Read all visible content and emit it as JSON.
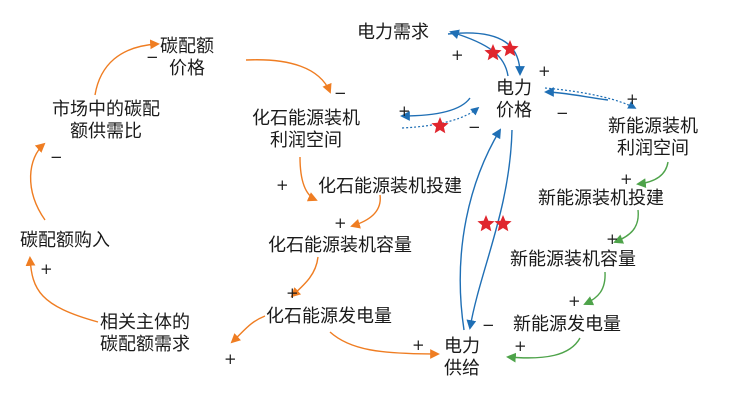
{
  "colors": {
    "orange": "#ef7d22",
    "blue": "#1f6fb5",
    "green": "#4ea34a",
    "star": "#e0262e",
    "text": "#1a1a1a"
  },
  "nodes": {
    "carbon_quota_price": [
      "碳配额",
      "价格"
    ],
    "market_quota_ratio": [
      "市场中的碳配",
      "额供需比"
    ],
    "fossil_profit_space": [
      "化石能源装机",
      "利润空间"
    ],
    "fossil_investment": [
      "化石能源装机投建"
    ],
    "fossil_capacity": [
      "化石能源装机容量"
    ],
    "fossil_generation": [
      "化石能源发电量"
    ],
    "quota_purchase": [
      "碳配额购入"
    ],
    "entity_quota_demand": [
      "相关主体的",
      "碳配额需求"
    ],
    "power_demand": [
      "电力需求"
    ],
    "power_price": [
      "电力",
      "价格"
    ],
    "power_supply": [
      "电力",
      "供给"
    ],
    "new_profit_space": [
      "新能源装机",
      "利润空间"
    ],
    "new_investment": [
      "新能源装机投建"
    ],
    "new_capacity": [
      "新能源装机容量"
    ],
    "new_generation": [
      "新能源发电量"
    ]
  },
  "signs": {
    "price_to_fossil_profit": "−",
    "ratio_to_price": "−",
    "purchase_to_ratio": "−",
    "demand_to_purchase": "+",
    "power_price_to_fossil_profit": "+",
    "power_price_fossil_side": "−",
    "fossil_profit_to_investment": "+",
    "investment_to_capacity": "+",
    "capacity_to_generation": "+",
    "generation_to_quota_demand": "+",
    "generation_to_supply": "+",
    "power_demand_to_price": "+",
    "price_from_demand": "+",
    "supply_to_price": "−",
    "price_to_new_profit": "+",
    "price_new_side": "−",
    "new_profit_to_investment": "+",
    "new_investment_to_capacity": "+",
    "new_capacity_to_generation": "+",
    "new_generation_to_supply": "+"
  }
}
